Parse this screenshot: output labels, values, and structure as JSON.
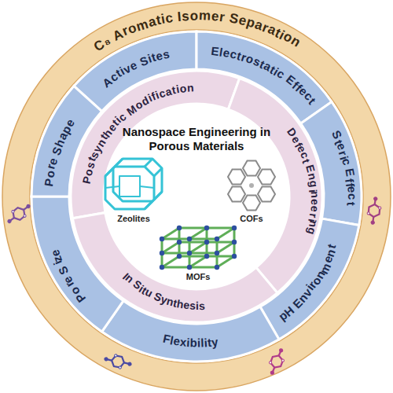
{
  "diagram": {
    "nodes": [
      {
        "text": [
          "C₈ Aromatic Isomer Separation"
        ]
      },
      {
        "text": [
          "Active Sites"
        ]
      },
      {
        "text": [
          "Electrostatic Effect"
        ]
      },
      {
        "text": [
          "Steric Effect"
        ]
      },
      {
        "text": [
          "pH Environment"
        ]
      },
      {
        "text": [
          "Flexibility"
        ]
      },
      {
        "text": [
          "Pore Size"
        ]
      },
      {
        "text": [
          "Pore Shape"
        ]
      },
      {
        "text": [
          "Postsynthetic Modification"
        ]
      },
      {
        "text": [
          "Defect Engineering"
        ]
      },
      {
        "text": [
          "In Situ Synthesis"
        ]
      },
      {
        "text": [
          "Nanospace Engineering in Porous Materials"
        ]
      }
    ],
    "labels": [
      "Zeolites",
      "COFs",
      "MOFs"
    ]
  }
}
